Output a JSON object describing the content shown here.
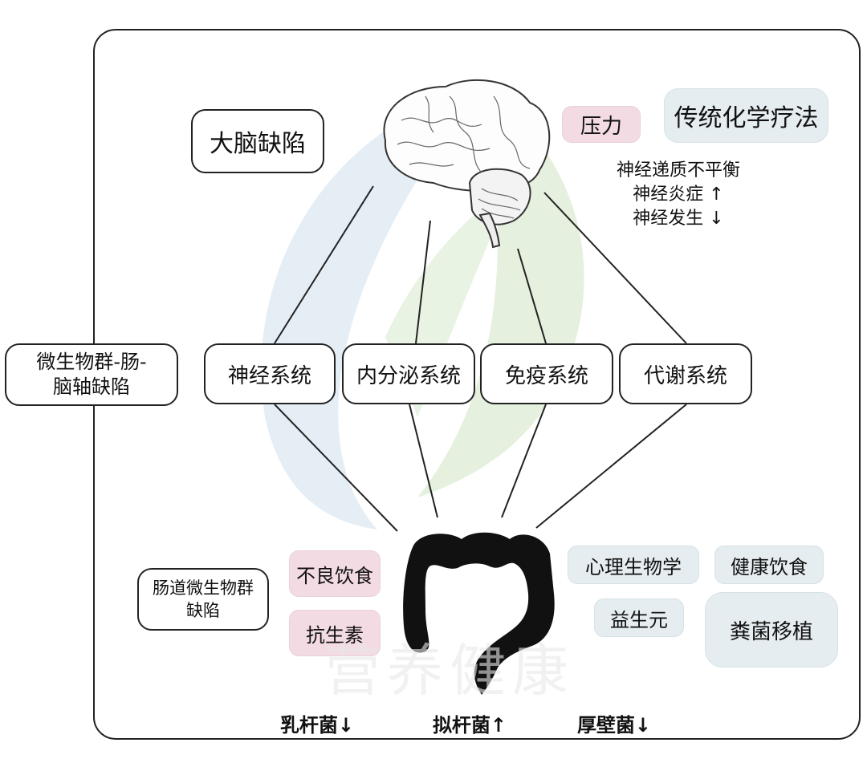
{
  "outer_label": "微生物群-肠-脑轴缺陷",
  "brain": {
    "defect_label": "大脑缺陷",
    "stress_tag": "压力",
    "chemo_tag": "传统化学疗法",
    "effects": [
      "神经递质不平衡",
      "神经炎症 ↑",
      "神经发生 ↓"
    ]
  },
  "systems": [
    "神经系统",
    "内分泌系统",
    "免疫系统",
    "代谢系统"
  ],
  "gut": {
    "defect_label": "肠道微生物群缺陷",
    "risk_factors": [
      "不良饮食",
      "抗生素"
    ],
    "interventions": [
      "心理生物学",
      "健康饮食",
      "益生元",
      "粪菌移植"
    ]
  },
  "bacteria": [
    "乳杆菌↓",
    "拟杆菌↑",
    "厚壁菌↓"
  ],
  "watermark": "营养健康",
  "colors": {
    "risk_tag": "#f3dbe4",
    "intervention_tag": "#e6edf1",
    "border": "#222222",
    "watermark_green": "#dcebd3",
    "watermark_blue": "#dce8f2"
  }
}
